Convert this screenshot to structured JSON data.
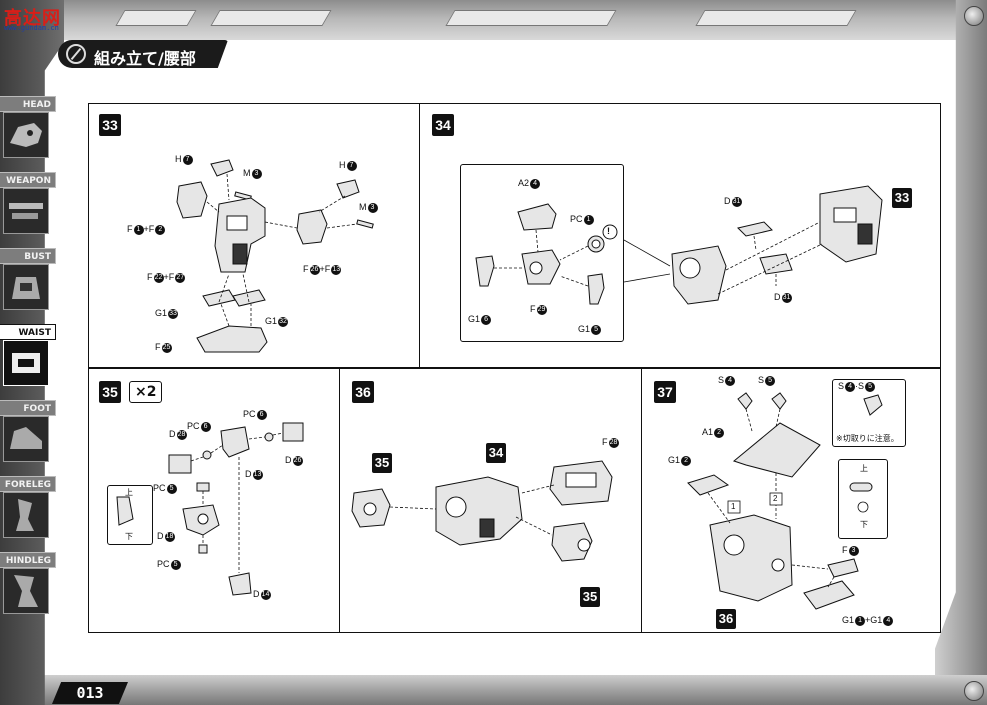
{
  "watermark": {
    "text": "高达网",
    "url_text": "www.gundam.cn"
  },
  "header": {
    "title": "組み立て/腰部"
  },
  "page_number": "013",
  "nav_tabs": [
    {
      "label": "HEAD",
      "active": false,
      "icon": "head-icon"
    },
    {
      "label": "WEAPON",
      "active": false,
      "icon": "weapon-icon"
    },
    {
      "label": "BUST",
      "active": false,
      "icon": "bust-icon"
    },
    {
      "label": "WAIST",
      "active": true,
      "icon": "waist-icon"
    },
    {
      "label": "FOOT",
      "active": false,
      "icon": "foot-icon"
    },
    {
      "label": "FORELEG",
      "active": false,
      "icon": "foreleg-icon"
    },
    {
      "label": "HINDLEG",
      "active": false,
      "icon": "hindleg-icon"
    }
  ],
  "steps": {
    "s33": {
      "number": "33",
      "labels": {
        "h7_left": "H",
        "h7_left_n": "7",
        "m3_left": "M",
        "m3_left_n": "3",
        "h7_right": "H",
        "h7_right_n": "7",
        "m3_right": "M",
        "m3_right_n": "3",
        "f1f2_a": "F",
        "f1f2_a_n": "1",
        "f1f2_plus": "+F",
        "f1f2_b_n": "2",
        "f22f27_a": "F",
        "f22f27_a_n": "22",
        "f22f27_plus": "+F",
        "f22f27_b_n": "27",
        "f26f13_a": "F",
        "f26f13_a_n": "26",
        "f26f13_plus": "+F",
        "f26f13_b_n": "13",
        "g133": "G1",
        "g133_n": "33",
        "g132": "G1",
        "g132_n": "32",
        "f25": "F",
        "f25_n": "25"
      }
    },
    "s34": {
      "number": "34",
      "ref_step": "33",
      "labels": {
        "a24": "A2",
        "a24_n": "4",
        "pc1": "PC",
        "pc1_n": "1",
        "g16": "G1",
        "g16_n": "6",
        "f29": "F",
        "f29_n": "29",
        "g15": "G1",
        "g15_n": "5",
        "d31_top": "D",
        "d31_top_n": "31",
        "d31_bot": "D",
        "d31_bot_n": "31"
      }
    },
    "s35": {
      "number": "35",
      "multiplier": "×2",
      "labels": {
        "d28": "D",
        "d28_n": "28",
        "pc6_left": "PC",
        "pc6_left_n": "6",
        "pc6_right": "PC",
        "pc6_right_n": "6",
        "d26": "D",
        "d26_n": "26",
        "d13": "D",
        "d13_n": "13",
        "pc5_top": "PC",
        "pc5_top_n": "5",
        "d18": "D",
        "d18_n": "18",
        "pc5_bot": "PC",
        "pc5_bot_n": "5",
        "d14": "D",
        "d14_n": "14",
        "up": "上",
        "down": "下"
      }
    },
    "s36": {
      "number": "36",
      "refs": [
        "35",
        "34",
        "35"
      ],
      "labels": {
        "f28": "F",
        "f28_n": "28"
      }
    },
    "s37": {
      "number": "37",
      "ref_step": "36",
      "labels": {
        "s4": "S",
        "s4_n": "4",
        "s5": "S",
        "s5_n": "5",
        "a12": "A1",
        "a12_n": "2",
        "g12": "G1",
        "g12_n": "2",
        "f3": "F",
        "f3_n": "3",
        "g11g14_a": "G1",
        "g11g14_a_n": "1",
        "g11g14_plus": "+G1",
        "g11g14_b_n": "4",
        "seq1": "1",
        "seq2": "2",
        "inset_title": "S",
        "inset_title_a": "4",
        "inset_title_mid": "·S",
        "inset_title_b": "5",
        "inset_note": "※切取りに注意。",
        "up": "上",
        "down": "下"
      }
    }
  }
}
